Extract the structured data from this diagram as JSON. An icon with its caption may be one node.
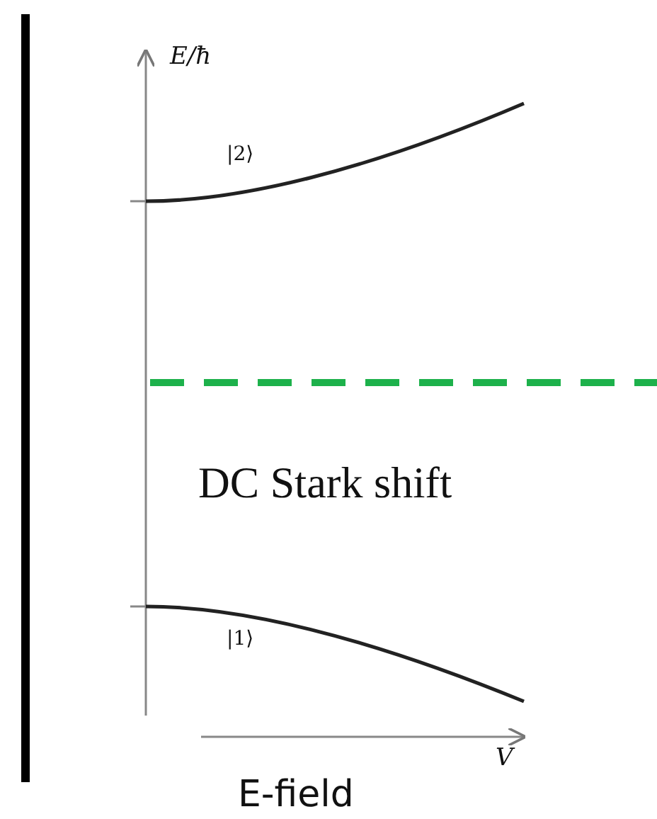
{
  "diagram": {
    "labels": [
      "E/ħ",
      "|2⟩",
      "DC Stark shift",
      "|1⟩",
      "V",
      "E-field"
    ]
  }
}
